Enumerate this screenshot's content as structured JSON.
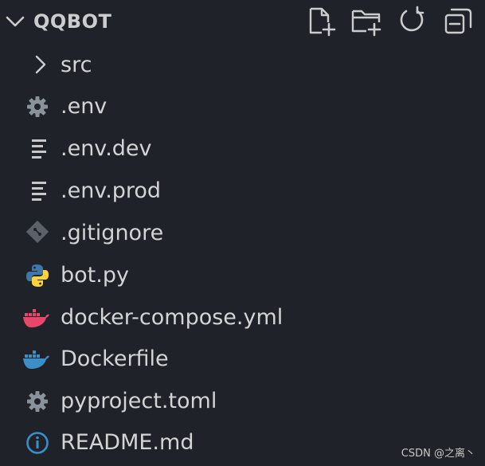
{
  "header": {
    "title": "QQBOT",
    "actions": [
      {
        "name": "new-file",
        "icon": "new-file-icon"
      },
      {
        "name": "new-folder",
        "icon": "new-folder-icon"
      },
      {
        "name": "refresh",
        "icon": "refresh-icon"
      },
      {
        "name": "collapse-all",
        "icon": "collapse-all-icon"
      }
    ]
  },
  "tree": {
    "items": [
      {
        "label": "src",
        "icon": "chevron-right-icon",
        "type": "folder",
        "expanded": false
      },
      {
        "label": ".env",
        "icon": "gear-icon",
        "type": "file"
      },
      {
        "label": ".env.dev",
        "icon": "lines-icon",
        "type": "file"
      },
      {
        "label": ".env.prod",
        "icon": "lines-icon",
        "type": "file"
      },
      {
        "label": ".gitignore",
        "icon": "git-icon",
        "type": "file"
      },
      {
        "label": "bot.py",
        "icon": "python-icon",
        "type": "file"
      },
      {
        "label": "docker-compose.yml",
        "icon": "docker-icon",
        "type": "file",
        "icon_color": "#e9466b"
      },
      {
        "label": "Dockerfile",
        "icon": "docker-icon",
        "type": "file",
        "icon_color": "#3b8fc7"
      },
      {
        "label": "pyproject.toml",
        "icon": "gear-icon",
        "type": "file"
      },
      {
        "label": "README.md",
        "icon": "info-icon",
        "type": "file",
        "icon_color": "#3b8fc7"
      }
    ]
  },
  "watermark": "CSDN @之离丶",
  "colors": {
    "background": "#1f2228",
    "text": "#d4d4d4",
    "icon_gray": "#8a939b",
    "python_blue": "#3c78aa",
    "python_yellow": "#ffd43b",
    "docker_pink": "#e9466b",
    "docker_blue": "#3b8fc7",
    "info_blue": "#3b8fc7"
  }
}
